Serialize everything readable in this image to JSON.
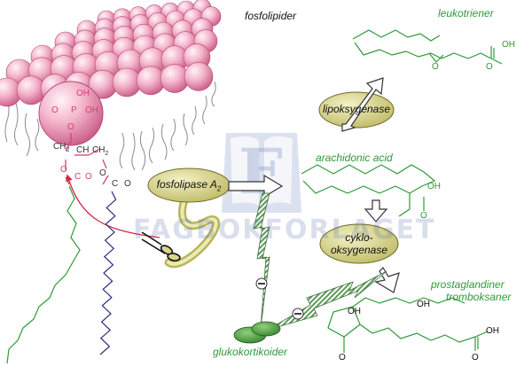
{
  "labels": {
    "fosfolipider": "fosfolipider",
    "leukotriener": "leukotriener",
    "arachidonic_acid": "arachidonic acid",
    "prostaglandiner": "prostaglandiner",
    "tromboksaner": "tromboksaner",
    "glukokortikoider": "glukokortikoider"
  },
  "enzymes": {
    "lipoksygenase": "lipoksygenase",
    "fosfolipase": "fosfolipase A",
    "fosfolipase_sub": "2",
    "cyklo_line1": "cyklo-",
    "cyklo_line2": "oksygenase"
  },
  "chemistry": {
    "oh": "OH",
    "o": "O",
    "p": "P",
    "ch2": "CH",
    "ch": "CH",
    "c": "C",
    "sub2": "2"
  },
  "watermark": "FAGBOKFORLAGET",
  "watermark_logo": "F",
  "colors": {
    "green": "#2e9a3a",
    "pink": "#e87fa6",
    "enzyme": "#d8d48a",
    "chain_dark": "#2b2f7a"
  }
}
